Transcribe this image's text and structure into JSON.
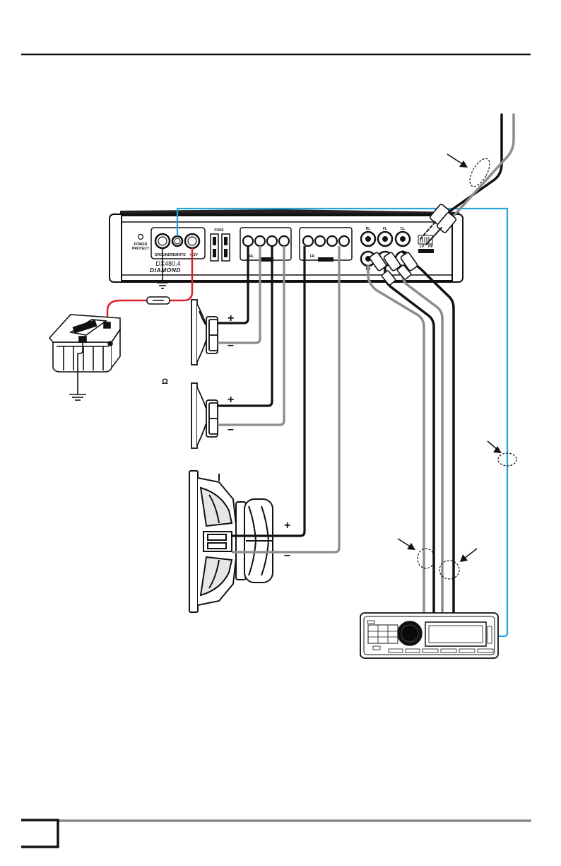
{
  "amplifier": {
    "model": "DX480.4",
    "brand": "DIAMOND",
    "led_label_line1": "POWER",
    "led_label_line2": "PROTECT",
    "fuse_label": "FUSE",
    "terminal_labels": [
      "GROUND",
      "REMOTE",
      "+12V"
    ],
    "rca_labels": [
      "RL",
      "FL",
      "CL",
      "FR"
    ],
    "crossover_labels": [
      "LP",
      "HP"
    ],
    "speaker_block_labels": [
      "RL",
      "FR"
    ]
  },
  "speakers": {
    "plus": "+",
    "minus": "–",
    "ohm": "Ω"
  },
  "colors": {
    "black_wire": "#111111",
    "gray_wire": "#8c8c8c",
    "power_wire": "#e0202a",
    "remote_wire": "#21a6dc"
  },
  "icons": [
    "ground-icon",
    "battery-icon",
    "speaker-icon",
    "subwoofer-icon",
    "arrow-icon",
    "head-unit-icon"
  ]
}
